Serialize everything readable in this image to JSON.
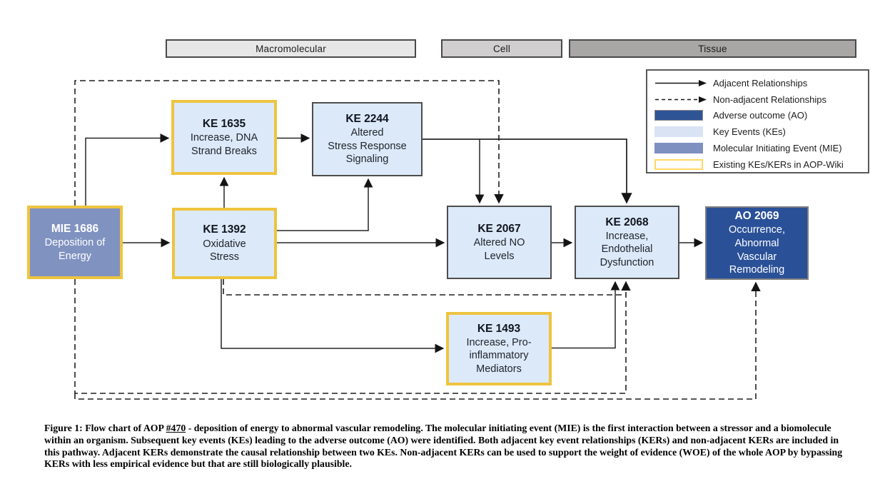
{
  "scale_headers": {
    "macromolecular": "Macromolecular",
    "cell": "Cell",
    "tissue": "Tissue"
  },
  "legend": {
    "items": [
      {
        "icon": "solid-arrow",
        "label": "Adjacent Relationships"
      },
      {
        "icon": "dashed-arrow",
        "label": "Non-adjacent Relationships"
      },
      {
        "icon": "dark-blue-swatch",
        "label": "Adverse outcome (AO)",
        "color": "#2f5496"
      },
      {
        "icon": "light-blue-swatch",
        "label": "Key Events (KEs)",
        "color": "#dae3f3"
      },
      {
        "icon": "mid-blue-swatch",
        "label": "Molecular Initiating Event (MIE)",
        "color": "#7d90c0"
      },
      {
        "icon": "yellow-outline-swatch",
        "label": "Existing KEs/KERs in AOP-Wiki",
        "color": "#ffd966"
      }
    ]
  },
  "nodes": {
    "mie1686": {
      "title": "MIE 1686",
      "body": "Deposition of\nEnergy"
    },
    "ke1635": {
      "title": "KE 1635",
      "body": "Increase, DNA\nStrand Breaks"
    },
    "ke2244": {
      "title": "KE 2244",
      "body": "Altered\nStress Response\nSignaling"
    },
    "ke1392": {
      "title": "KE 1392",
      "body": "Oxidative\nStress"
    },
    "ke2067": {
      "title": "KE 2067",
      "body": "Altered NO\nLevels"
    },
    "ke2068": {
      "title": "KE 2068",
      "body": "Increase,\nEndothelial\nDysfunction"
    },
    "ao2069": {
      "title": "AO 2069",
      "body": "Occurrence,\nAbnormal\nVascular\nRemodeling"
    },
    "ke1493": {
      "title": "KE 1493",
      "body": "Increase, Pro-\ninflammatory\nMediators"
    }
  },
  "relationships": {
    "adjacent": [
      "MIE 1686 -> KE 1635",
      "MIE 1686 -> KE 1392",
      "KE 1392 -> KE 1635",
      "KE 1635 -> KE 2244",
      "KE 1392 -> KE 2244",
      "KE 1392 -> KE 2067",
      "KE 2244 -> KE 2067",
      "KE 2244 -> KE 2068",
      "KE 2067 -> KE 2068",
      "KE 2068 -> AO 2069",
      "KE 1392 -> KE 1493",
      "KE 1493 -> KE 2068"
    ],
    "non_adjacent": [
      "MIE 1686 -> KE 2067",
      "KE 1392 -> KE 2068",
      "MIE 1686 -> KE 2068",
      "MIE 1686 -> AO 2069"
    ]
  },
  "colors": {
    "adverse_outcome_fill": "#2a5198",
    "key_event_fill": "#dce9f8",
    "mie_fill": "#8092c0",
    "aop_wiki_border": "#eec43f",
    "header_macromolecular": "#e8e7e7",
    "header_cell": "#d0cece",
    "header_tissue": "#a9a6a6"
  },
  "caption": {
    "prefix": "Figure 1: Flow chart of AOP ",
    "aop_link": "#470",
    "body": " - deposition of energy to abnormal vascular remodeling. The molecular initiating event (MIE) is the first interaction between a stressor and a biomolecule within an organism. Subsequent key events (KEs) leading to the adverse outcome (AO) were identified. Both adjacent key event relationships (KERs) and non-adjacent KERs are included in this pathway. Adjacent KERs demonstrate the causal relationship between two KEs. Non-adjacent KERs can be used to support the weight of evidence (WOE) of the whole AOP by bypassing KERs with less empirical evidence but that are still biologically plausible."
  }
}
